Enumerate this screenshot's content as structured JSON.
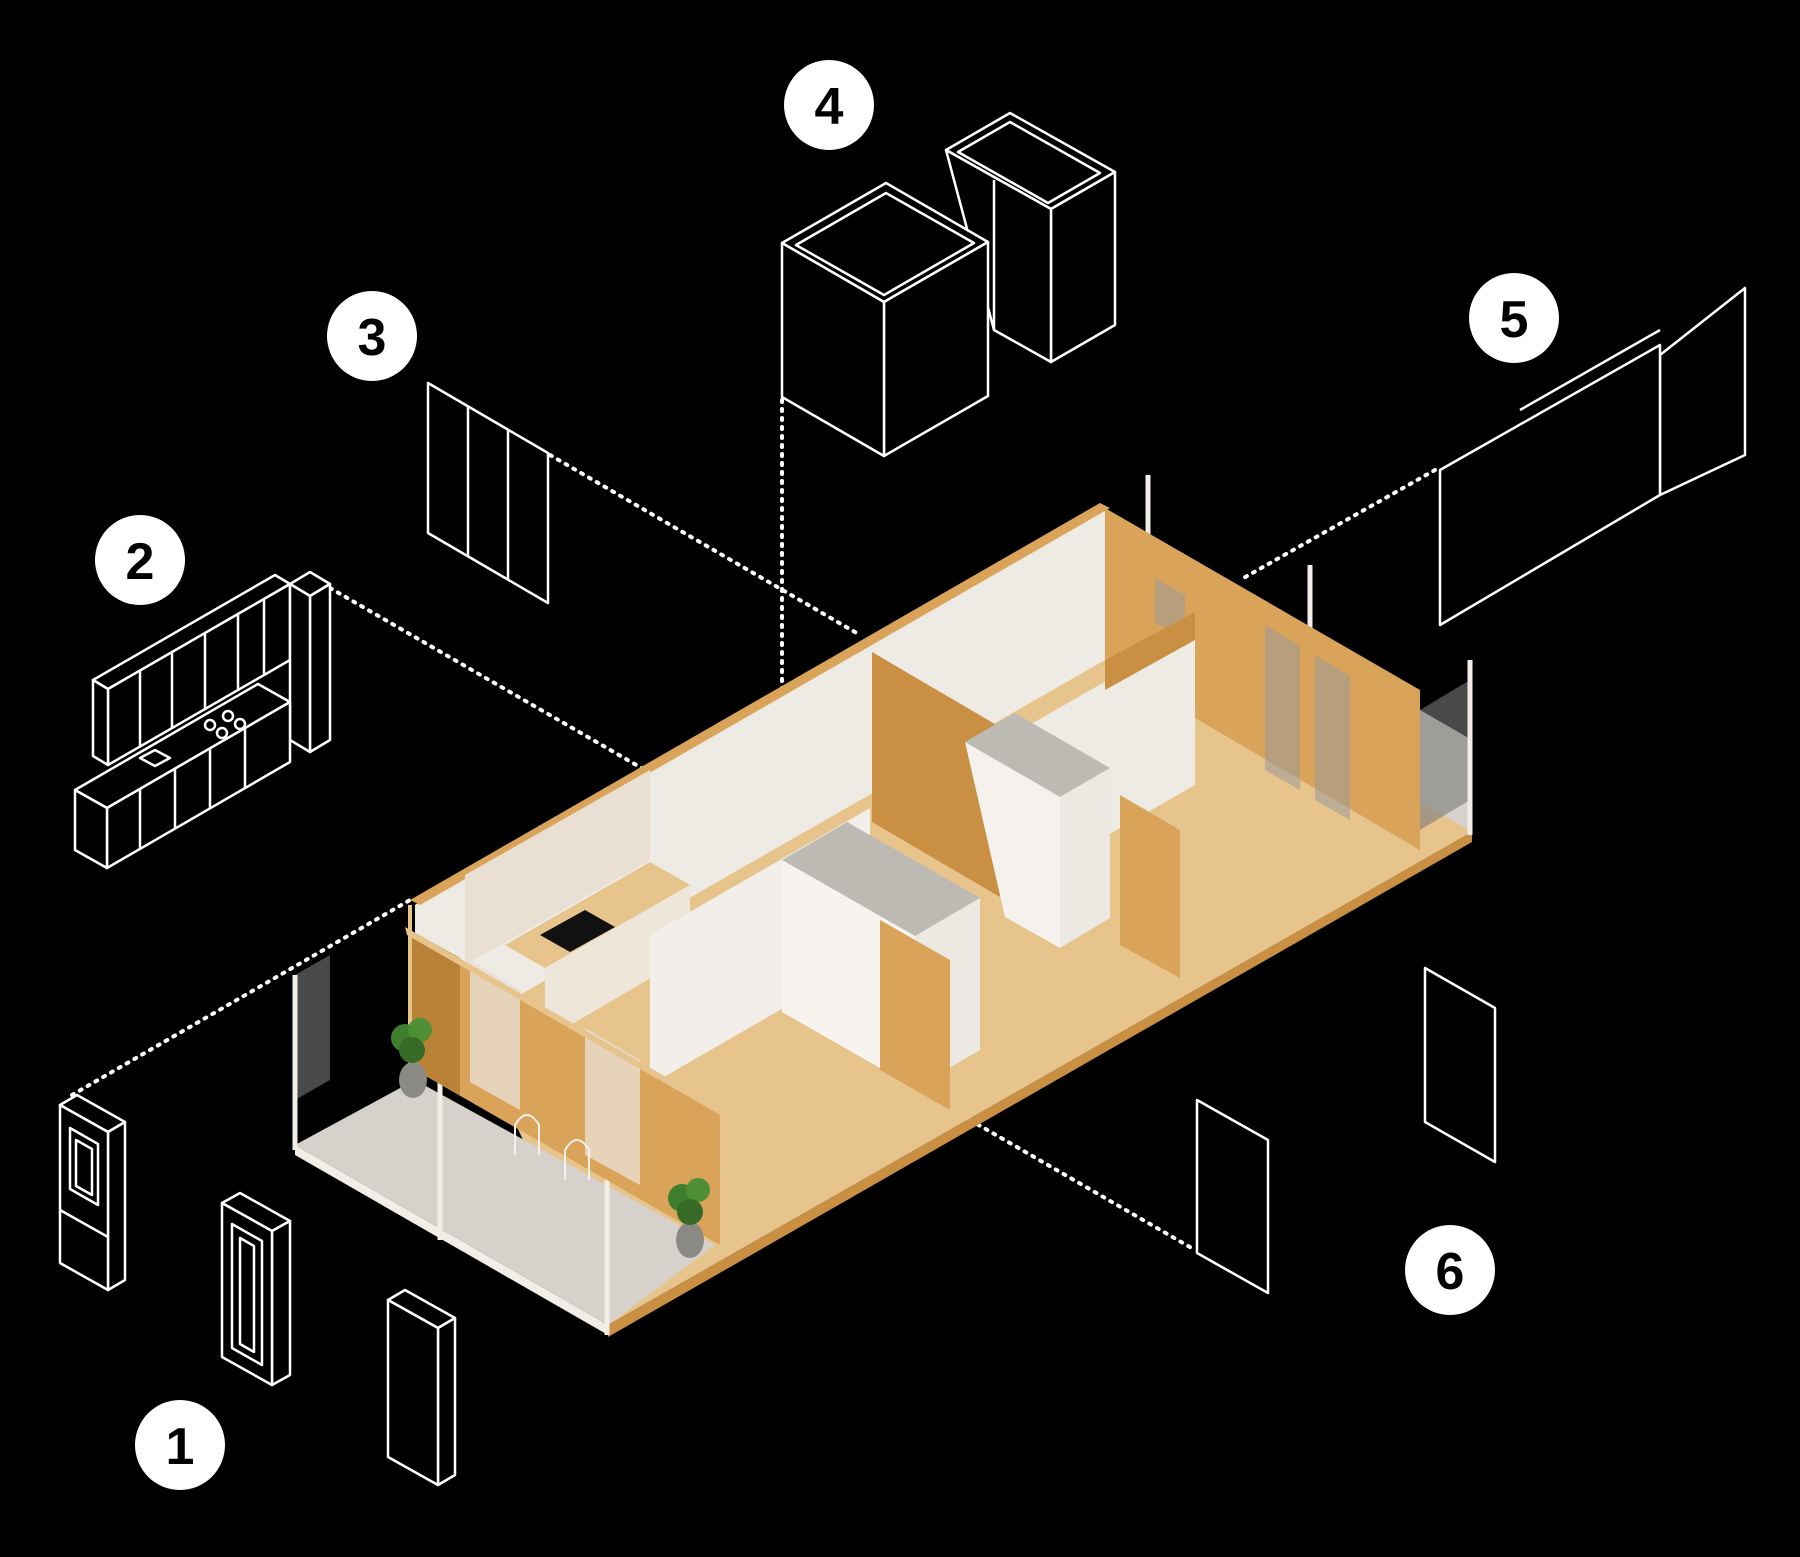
{
  "labels": [
    {
      "id": "1",
      "text": "1"
    },
    {
      "id": "2",
      "text": "2"
    },
    {
      "id": "3",
      "text": "3"
    },
    {
      "id": "4",
      "text": "4"
    },
    {
      "id": "5",
      "text": "5"
    },
    {
      "id": "6",
      "text": "6"
    }
  ],
  "components": [
    {
      "label": "1",
      "name": "window-frames",
      "icon": "window-frame-outline"
    },
    {
      "label": "2",
      "name": "kitchen-cabinets",
      "icon": "kitchen-cabinet-outline"
    },
    {
      "label": "3",
      "name": "wall-panels",
      "icon": "wall-panel-outline"
    },
    {
      "label": "4",
      "name": "bathroom-modules",
      "icon": "bathroom-pod-outline"
    },
    {
      "label": "5",
      "name": "facade-panels",
      "icon": "facade-panel-outline"
    },
    {
      "label": "6",
      "name": "interior-doors",
      "icon": "door-panel-outline"
    }
  ],
  "colors": {
    "background": "#000000",
    "outline": "#ffffff",
    "wood": "#d9a45a",
    "wood_dark": "#b98236",
    "floor": "#e6c48c",
    "wall_white": "#eeeae4",
    "balcony": "#cfcac2",
    "plant": "#3f7d2f",
    "label_fill": "#ffffff",
    "label_text": "#000000"
  }
}
